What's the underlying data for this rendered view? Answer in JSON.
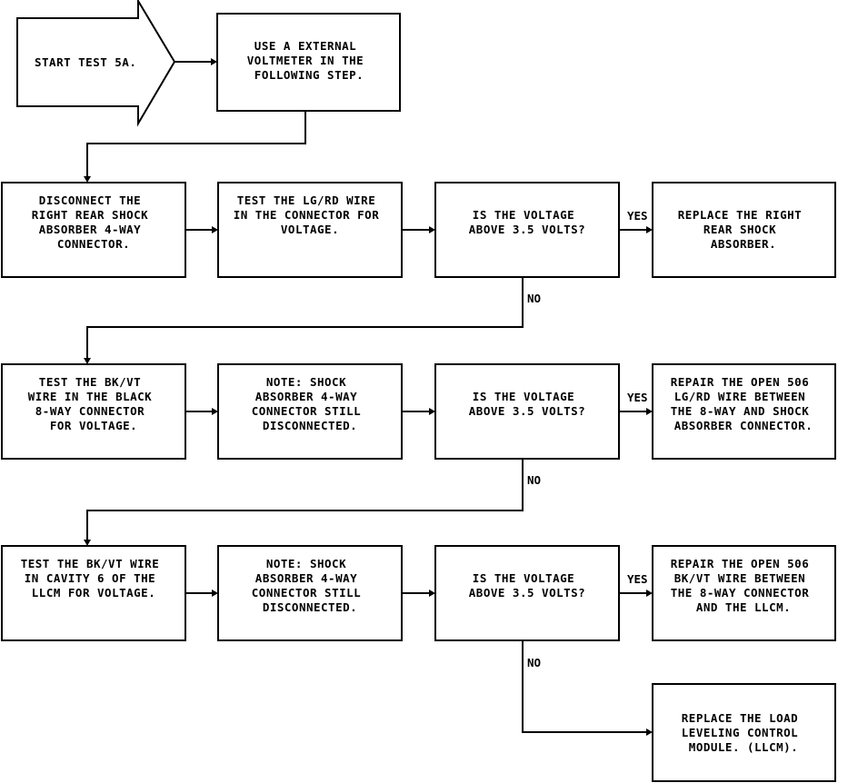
{
  "start": {
    "label": "START TEST 5A."
  },
  "boxes": {
    "use_voltmeter": [
      "USE A EXTERNAL",
      "VOLTMETER IN THE",
      "FOLLOWING STEP."
    ],
    "disconnect": [
      "DISCONNECT THE",
      "RIGHT REAR SHOCK",
      "ABSORBER 4-WAY",
      "CONNECTOR."
    ],
    "test_lg_rd": [
      "TEST THE LG/RD WIRE",
      "IN THE CONNECTOR FOR",
      "VOLTAGE."
    ],
    "q1": [
      "IS THE VOLTAGE",
      "ABOVE 3.5 VOLTS?"
    ],
    "replace_shock": [
      "REPLACE THE RIGHT",
      "REAR SHOCK",
      "ABSORBER."
    ],
    "test_bk_vt_black": [
      "TEST THE BK/VT",
      "WIRE IN THE BLACK",
      "8-WAY CONNECTOR",
      "FOR VOLTAGE."
    ],
    "note1": [
      "NOTE: SHOCK",
      "ABSORBER 4-WAY",
      "CONNECTOR STILL",
      "DISCONNECTED."
    ],
    "q2": [
      "IS THE VOLTAGE",
      "ABOVE 3.5 VOLTS?"
    ],
    "repair_lg_rd": [
      "REPAIR THE OPEN 506",
      "LG/RD WIRE BETWEEN",
      "THE 8-WAY AND SHOCK",
      "ABSORBER CONNECTOR."
    ],
    "test_bk_vt_llcm": [
      "TEST THE BK/VT WIRE",
      "IN CAVITY 6 OF THE",
      "LLCM FOR VOLTAGE."
    ],
    "note2": [
      "NOTE: SHOCK",
      "ABSORBER 4-WAY",
      "CONNECTOR STILL",
      "DISCONNECTED."
    ],
    "q3": [
      "IS THE VOLTAGE",
      "ABOVE 3.5 VOLTS?"
    ],
    "repair_bk_vt": [
      "REPAIR THE OPEN 506",
      "BK/VT WIRE BETWEEN",
      "THE 8-WAY CONNECTOR",
      "AND THE LLCM."
    ],
    "replace_llcm": [
      "REPLACE THE LOAD",
      "LEVELING CONTROL",
      "MODULE. (LLCM)."
    ]
  },
  "labels": {
    "yes1": "YES",
    "no1": "NO",
    "yes2": "YES",
    "no2": "NO",
    "yes3": "YES",
    "no3": "NO"
  }
}
